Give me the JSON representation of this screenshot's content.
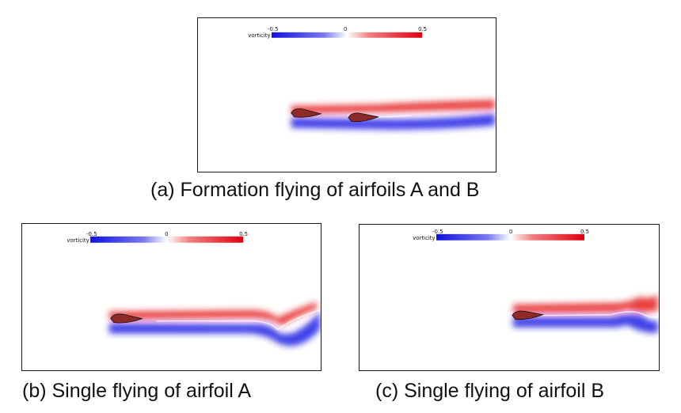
{
  "figures": [
    {
      "id": "a",
      "caption": "(a) Formation flying of airfoils A and B",
      "colorbar": {
        "title": "vorticity",
        "min_label": "-0.5",
        "mid_label": "0",
        "max_label": "0.5"
      },
      "airfoils": 2
    },
    {
      "id": "b",
      "caption": "(b) Single flying of airfoil A",
      "colorbar": {
        "title": "vorticity",
        "min_label": "-0.5",
        "mid_label": "0",
        "max_label": "0.5"
      },
      "airfoils": 1
    },
    {
      "id": "c",
      "caption": "(c) Single flying of airfoil B",
      "colorbar": {
        "title": "vorticity",
        "min_label": "-0.5",
        "mid_label": "0",
        "max_label": "0.5"
      },
      "airfoils": 1
    }
  ],
  "colors": {
    "negative_vorticity": "#1f1fe6",
    "positive_vorticity": "#e01010",
    "airfoil_fill": "#8e2a2a",
    "border": "#1a1a1a"
  }
}
